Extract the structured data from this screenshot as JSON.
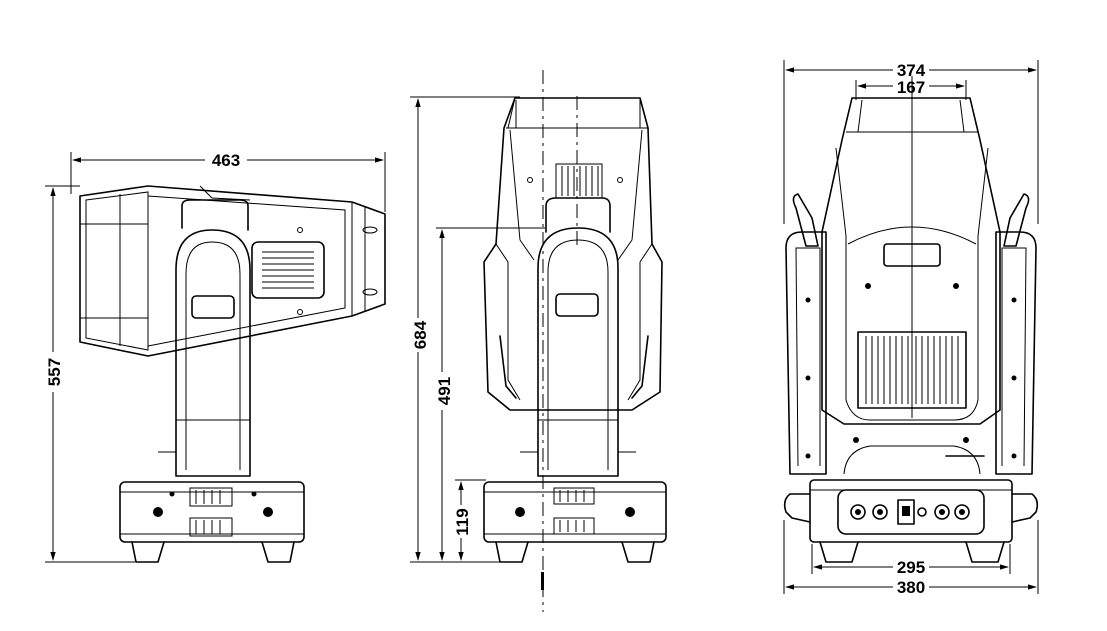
{
  "figure": "moving-head-fixture-dimension-drawing",
  "views": [
    {
      "name": "side-view",
      "dimensions": {
        "overall_width": "463",
        "overall_height": "557"
      }
    },
    {
      "name": "front-view",
      "dimensions": {
        "overall_height": "684",
        "pivot_height": "491",
        "base_height": "119"
      }
    },
    {
      "name": "rear-view",
      "dimensions": {
        "head_width": "374",
        "lens_width": "167",
        "base_inner_width": "295",
        "base_width": "380"
      }
    }
  ],
  "colors": {
    "line": "#000000",
    "background": "#ffffff"
  }
}
